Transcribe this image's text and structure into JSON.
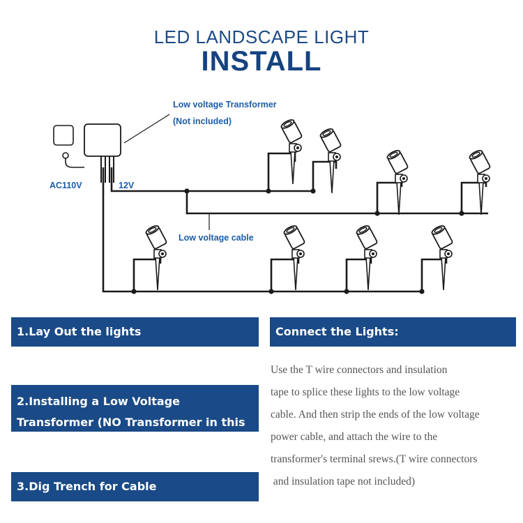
{
  "header": {
    "subtitle": "LED LANDSCAPE LIGHT",
    "title": "INSTALL"
  },
  "diagram": {
    "transformer_label_line1": "Low voltage Transformer",
    "transformer_label_line2": "(Not included)",
    "ac_label": "AC110V",
    "dc_label": "12V",
    "cable_label": "Low voltage cable"
  },
  "steps": {
    "step1": "1.Lay Out the lights",
    "step2_line1": "2.Installing a Low Voltage",
    "step2_line2": "Transformer (NO Transformer in this set)",
    "step3": "3.Dig Trench for Cable"
  },
  "connect": {
    "heading": "Connect the Lights:",
    "lines": [
      "Use the T wire connectors and insulation",
      "tape to splice these lights to the low voltage",
      "cable. And then strip the ends of the low voltage",
      "power cable, and attach the wire to the",
      "transformer's terminal srews.(T wire connectors",
      " and insulation tape not included)"
    ]
  },
  "colors": {
    "heading_blue": "#1a4a87",
    "label_blue": "#1d5ea8",
    "line": "#1a1a1a"
  }
}
